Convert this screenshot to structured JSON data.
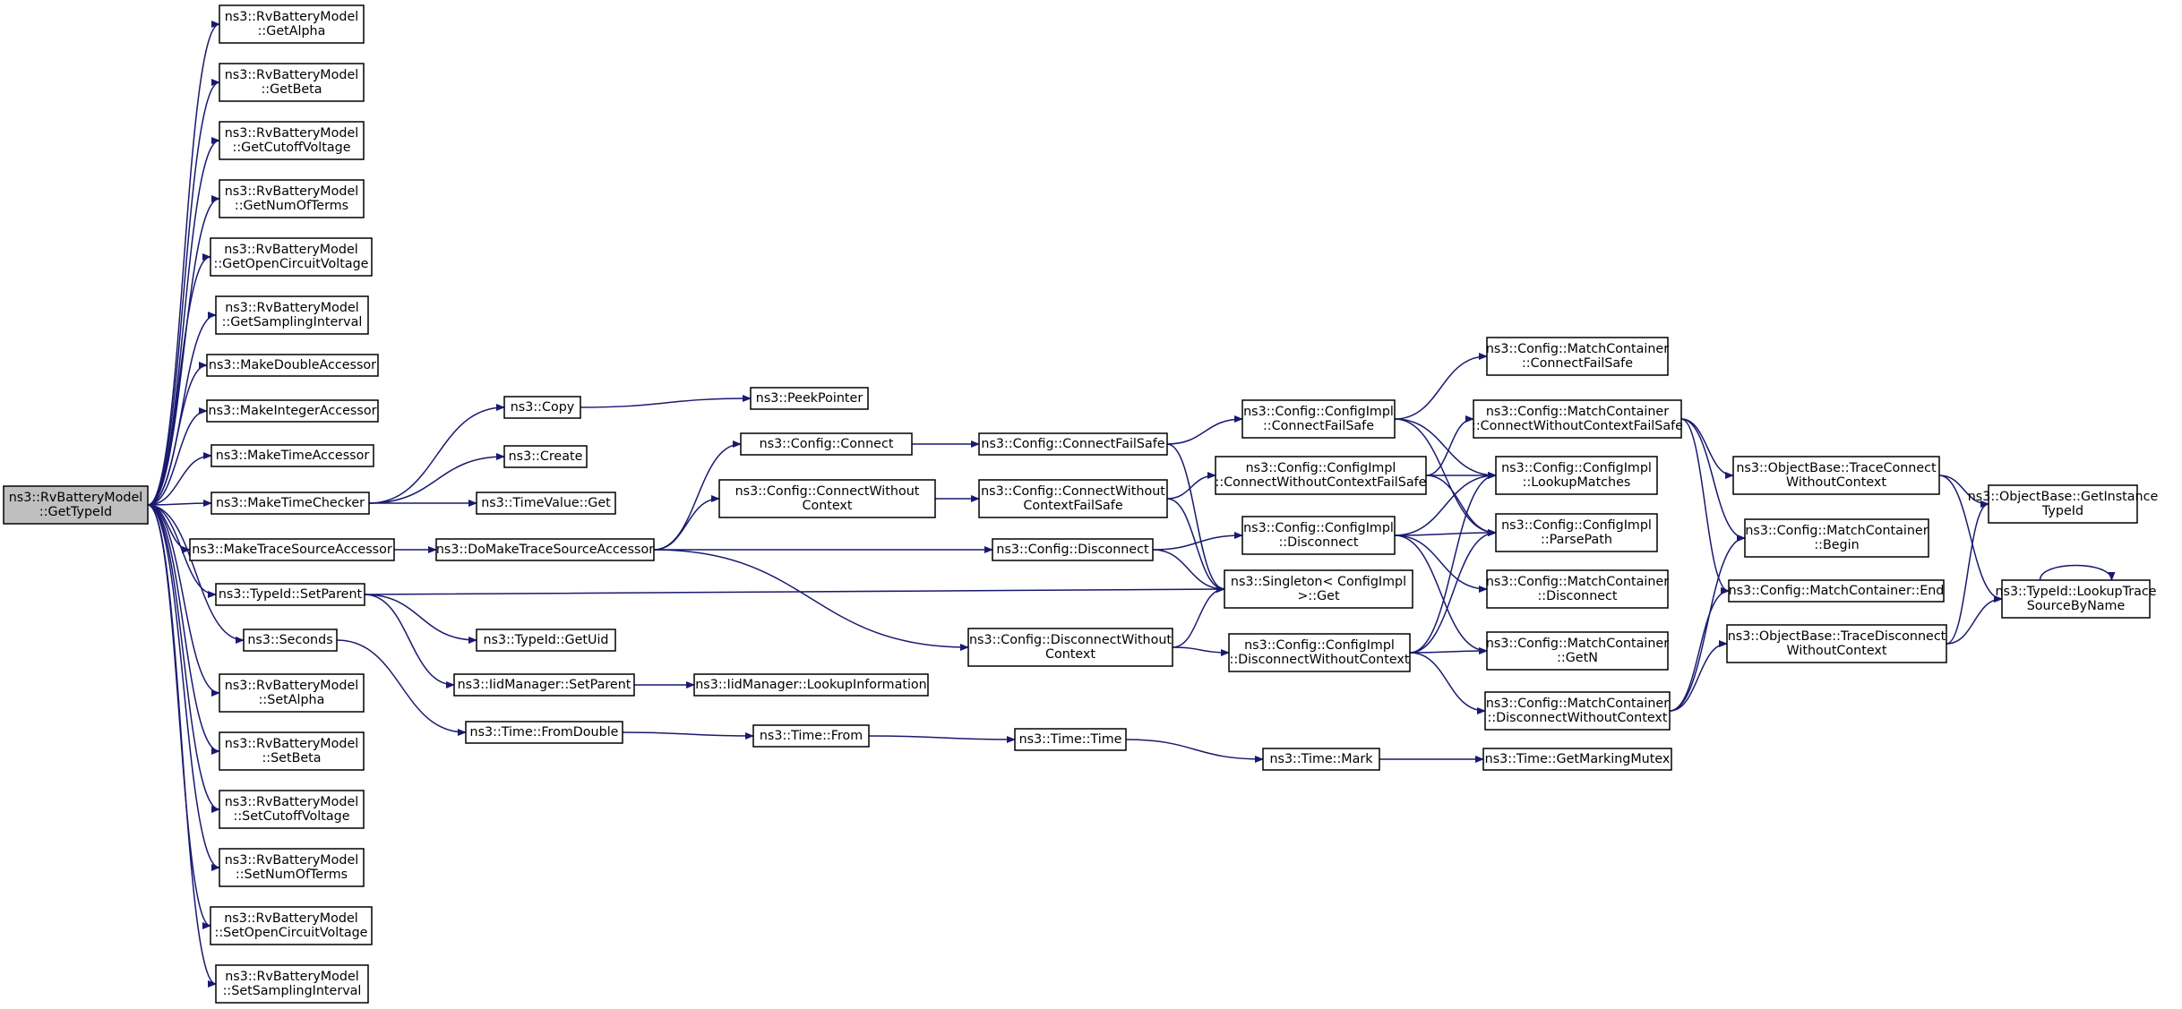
{
  "colors": {
    "edge": "#191970",
    "node_fill": "#ffffff",
    "root_fill": "#bfbfbf",
    "node_stroke": "#000000"
  },
  "nodes": [
    {
      "id": "root",
      "lines": [
        "ns3::RvBatteryModel",
        "::GetTypeId"
      ],
      "root": true
    },
    {
      "id": "getAlpha",
      "lines": [
        "ns3::RvBatteryModel",
        "::GetAlpha"
      ]
    },
    {
      "id": "getBeta",
      "lines": [
        "ns3::RvBatteryModel",
        "::GetBeta"
      ]
    },
    {
      "id": "getCutoff",
      "lines": [
        "ns3::RvBatteryModel",
        "::GetCutoffVoltage"
      ]
    },
    {
      "id": "getNumTerms",
      "lines": [
        "ns3::RvBatteryModel",
        "::GetNumOfTerms"
      ]
    },
    {
      "id": "getOpenCircuit",
      "lines": [
        "ns3::RvBatteryModel",
        "::GetOpenCircuitVoltage"
      ]
    },
    {
      "id": "getSampling",
      "lines": [
        "ns3::RvBatteryModel",
        "::GetSamplingInterval"
      ]
    },
    {
      "id": "makeDouble",
      "lines": [
        "ns3::MakeDoubleAccessor"
      ]
    },
    {
      "id": "makeInteger",
      "lines": [
        "ns3::MakeIntegerAccessor"
      ]
    },
    {
      "id": "makeTimeAcc",
      "lines": [
        "ns3::MakeTimeAccessor"
      ]
    },
    {
      "id": "makeTimeChecker",
      "lines": [
        "ns3::MakeTimeChecker"
      ]
    },
    {
      "id": "makeTrace",
      "lines": [
        "ns3::MakeTraceSourceAccessor"
      ]
    },
    {
      "id": "setParent",
      "lines": [
        "ns3::TypeId::SetParent"
      ]
    },
    {
      "id": "seconds",
      "lines": [
        "ns3::Seconds"
      ]
    },
    {
      "id": "setAlpha",
      "lines": [
        "ns3::RvBatteryModel",
        "::SetAlpha"
      ]
    },
    {
      "id": "setBeta",
      "lines": [
        "ns3::RvBatteryModel",
        "::SetBeta"
      ]
    },
    {
      "id": "setCutoff",
      "lines": [
        "ns3::RvBatteryModel",
        "::SetCutoffVoltage"
      ]
    },
    {
      "id": "setNumTerms",
      "lines": [
        "ns3::RvBatteryModel",
        "::SetNumOfTerms"
      ]
    },
    {
      "id": "setOpenCircuit",
      "lines": [
        "ns3::RvBatteryModel",
        "::SetOpenCircuitVoltage"
      ]
    },
    {
      "id": "setSampling",
      "lines": [
        "ns3::RvBatteryModel",
        "::SetSamplingInterval"
      ]
    },
    {
      "id": "copy",
      "lines": [
        "ns3::Copy"
      ]
    },
    {
      "id": "create",
      "lines": [
        "ns3::Create"
      ]
    },
    {
      "id": "timeValueGet",
      "lines": [
        "ns3::TimeValue::Get"
      ]
    },
    {
      "id": "doMakeTrace",
      "lines": [
        "ns3::DoMakeTraceSourceAccessor"
      ]
    },
    {
      "id": "typeIdGetUid",
      "lines": [
        "ns3::TypeId::GetUid"
      ]
    },
    {
      "id": "iidSetParent",
      "lines": [
        "ns3::IidManager::SetParent"
      ]
    },
    {
      "id": "timeFromDouble",
      "lines": [
        "ns3::Time::FromDouble"
      ]
    },
    {
      "id": "peekPointer",
      "lines": [
        "ns3::PeekPointer"
      ]
    },
    {
      "id": "configConnect",
      "lines": [
        "ns3::Config::Connect"
      ]
    },
    {
      "id": "configConnectWithout",
      "lines": [
        "ns3::Config::ConnectWithout",
        "Context"
      ]
    },
    {
      "id": "iidLookupInfo",
      "lines": [
        "ns3::IidManager::LookupInformation"
      ]
    },
    {
      "id": "timeFrom",
      "lines": [
        "ns3::Time::From"
      ]
    },
    {
      "id": "configConnectFailSafe",
      "lines": [
        "ns3::Config::ConnectFailSafe"
      ]
    },
    {
      "id": "configConnectWithoutFS",
      "lines": [
        "ns3::Config::ConnectWithout",
        "ContextFailSafe"
      ]
    },
    {
      "id": "configDisconnect",
      "lines": [
        "ns3::Config::Disconnect"
      ]
    },
    {
      "id": "configDisconnectWithout",
      "lines": [
        "ns3::Config::DisconnectWithout",
        "Context"
      ]
    },
    {
      "id": "timeTime",
      "lines": [
        "ns3::Time::Time"
      ]
    },
    {
      "id": "implConnectFailSafe",
      "lines": [
        "ns3::Config::ConfigImpl",
        "::ConnectFailSafe"
      ]
    },
    {
      "id": "implConnectWithoutFS",
      "lines": [
        "ns3::Config::ConfigImpl",
        "::ConnectWithoutContextFailSafe"
      ]
    },
    {
      "id": "implDisconnect",
      "lines": [
        "ns3::Config::ConfigImpl",
        "::Disconnect"
      ]
    },
    {
      "id": "singletonGet",
      "lines": [
        "ns3::Singleton< ConfigImpl",
        " >::Get"
      ]
    },
    {
      "id": "implDisconnectWithout",
      "lines": [
        "ns3::Config::ConfigImpl",
        "::DisconnectWithoutContext"
      ]
    },
    {
      "id": "timeMark",
      "lines": [
        "ns3::Time::Mark"
      ]
    },
    {
      "id": "mcConnectFailSafe",
      "lines": [
        "ns3::Config::MatchContainer",
        "::ConnectFailSafe"
      ]
    },
    {
      "id": "mcConnectWithoutFS",
      "lines": [
        "ns3::Config::MatchContainer",
        "::ConnectWithoutContextFailSafe"
      ]
    },
    {
      "id": "implLookupMatches",
      "lines": [
        "ns3::Config::ConfigImpl",
        "::LookupMatches"
      ]
    },
    {
      "id": "implParsePath",
      "lines": [
        "ns3::Config::ConfigImpl",
        "::ParsePath"
      ]
    },
    {
      "id": "mcDisconnect",
      "lines": [
        "ns3::Config::MatchContainer",
        "::Disconnect"
      ]
    },
    {
      "id": "mcGetN",
      "lines": [
        "ns3::Config::MatchContainer",
        "::GetN"
      ]
    },
    {
      "id": "mcDisconnectWithout",
      "lines": [
        "ns3::Config::MatchContainer",
        "::DisconnectWithoutContext"
      ]
    },
    {
      "id": "timeGetMarkingMutex",
      "lines": [
        "ns3::Time::GetMarkingMutex"
      ]
    },
    {
      "id": "obTraceConnectWithout",
      "lines": [
        "ns3::ObjectBase::TraceConnect",
        "WithoutContext"
      ]
    },
    {
      "id": "mcBegin",
      "lines": [
        "ns3::Config::MatchContainer",
        "::Begin"
      ]
    },
    {
      "id": "mcEnd",
      "lines": [
        "ns3::Config::MatchContainer::End"
      ]
    },
    {
      "id": "obTraceDisconnectWithout",
      "lines": [
        "ns3::ObjectBase::TraceDisconnect",
        "WithoutContext"
      ]
    },
    {
      "id": "obGetInstanceTypeId",
      "lines": [
        "ns3::ObjectBase::GetInstance",
        "TypeId"
      ]
    },
    {
      "id": "typeIdLookupTrace",
      "lines": [
        "ns3::TypeId::LookupTrace",
        "SourceByName"
      ]
    }
  ]
}
